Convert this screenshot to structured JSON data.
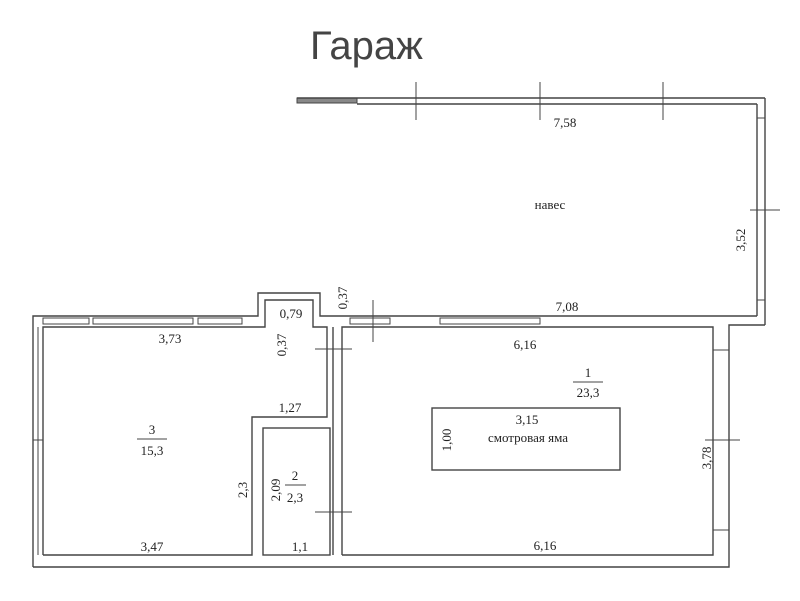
{
  "title": "Гараж",
  "canopy": {
    "label": "навес",
    "top_length": "7,58",
    "side_length": "3,52",
    "bottom_length": "7,08"
  },
  "room1": {
    "number": "1",
    "area": "23,3",
    "top_length": "6,16",
    "bottom_length": "6,16",
    "side_length": "3,78",
    "pit": {
      "length": "3,15",
      "width": "1,00",
      "label": "смотровая яма"
    }
  },
  "room2": {
    "number": "2",
    "area": "2,3",
    "height": "2,09",
    "width": "1,1"
  },
  "room3": {
    "number": "3",
    "area": "15,3",
    "top_length": "3,73",
    "bottom_length": "3,47",
    "side_length": "2,3",
    "step_length": "1,27"
  },
  "niche": {
    "width": "0,79",
    "depth_left": "0,37",
    "depth_right": "0,37"
  }
}
